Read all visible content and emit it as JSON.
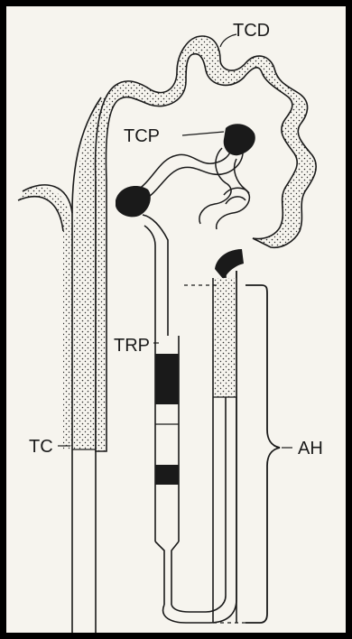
{
  "labels": {
    "tcd": "TCD",
    "tcp": "TCP",
    "trp": "TRP",
    "tc": "TC",
    "ah": "AH"
  },
  "colors": {
    "ink": "#1a1a1a",
    "paper": "#f6f4ee",
    "stipple": "#2a2a2a",
    "border": "#000000"
  }
}
